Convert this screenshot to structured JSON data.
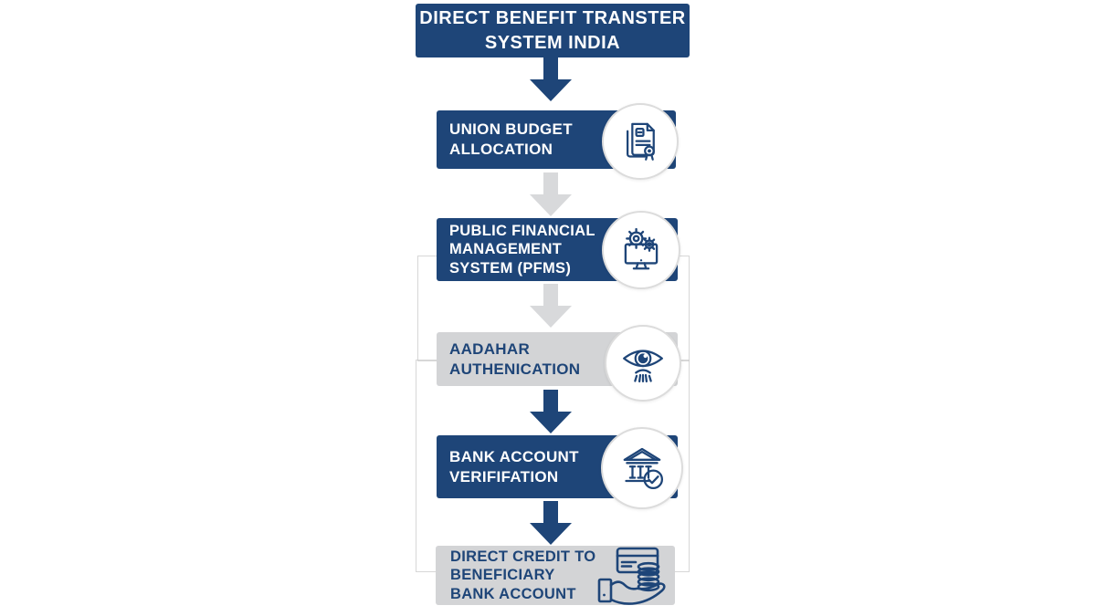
{
  "title": {
    "line1": "DIRECT BENEFIT TRANSTER",
    "line2": "SYSTEM INDIA"
  },
  "steps": [
    {
      "name": "union-budget-allocation",
      "variant": "navy",
      "lines": [
        "UNION BUDGET",
        "ALLOCATION"
      ],
      "icon": "certificate-document-icon"
    },
    {
      "name": "pfms",
      "variant": "navy",
      "lines": [
        "PUBLIC FINANCIAL",
        "MANAGEMENT",
        "SYSTEM (PFMS)"
      ],
      "icon": "monitor-gears-icon"
    },
    {
      "name": "aadhaar-authentication",
      "variant": "gray",
      "lines": [
        "AADAHAR",
        "AUTHENICATION"
      ],
      "icon": "eye-fingerprint-icon"
    },
    {
      "name": "bank-account-verification",
      "variant": "navy",
      "lines": [
        "BANK ACCOUNT",
        "VERIFIFATION"
      ],
      "icon": "bank-check-icon"
    },
    {
      "name": "direct-credit-to-beneficiary",
      "variant": "gray",
      "lines": [
        "DIRECT CREDIT TO",
        "BENEFICIARY",
        "BANK ACCOUNT"
      ],
      "icon": "hand-coins-card-icon"
    }
  ],
  "arrows": [
    {
      "from": "title",
      "to": "union-budget-allocation",
      "color": "navy"
    },
    {
      "from": "union-budget-allocation",
      "to": "pfms",
      "color": "gray"
    },
    {
      "from": "pfms",
      "to": "aadhaar-authentication",
      "color": "gray"
    },
    {
      "from": "aadhaar-authentication",
      "to": "bank-account-verification",
      "color": "navy"
    },
    {
      "from": "bank-account-verification",
      "to": "direct-credit-to-beneficiary",
      "color": "navy"
    }
  ],
  "colors": {
    "navy": "#1e4578",
    "box_gray": "#d3d4d6",
    "arrow_gray": "#d8d9db",
    "text_on_navy": "#ffffff",
    "text_on_gray": "#1e4578",
    "circle_border": "#dcdcdc",
    "ghost_outline": "#cacaca"
  }
}
